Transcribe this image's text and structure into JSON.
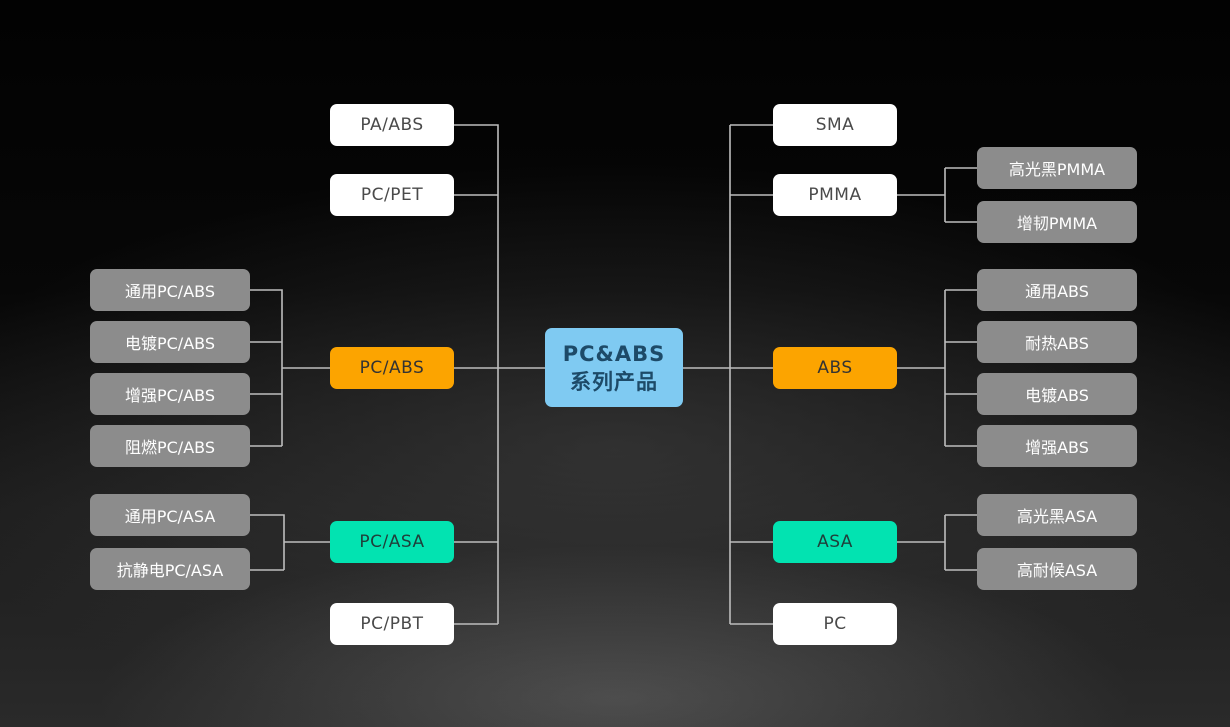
{
  "diagram": {
    "center": {
      "line1": "PC&ABS",
      "line2": "系列产品"
    },
    "left": {
      "pa_abs": "PA/ABS",
      "pc_pet": "PC/PET",
      "pc_abs": {
        "label": "PC/ABS",
        "children": [
          "通用PC/ABS",
          "电镀PC/ABS",
          "增强PC/ABS",
          "阻燃PC/ABS"
        ]
      },
      "pc_asa": {
        "label": "PC/ASA",
        "children": [
          "通用PC/ASA",
          "抗静电PC/ASA"
        ]
      },
      "pc_pbt": "PC/PBT"
    },
    "right": {
      "sma": "SMA",
      "pmma": {
        "label": "PMMA",
        "children": [
          "高光黑PMMA",
          "增韧PMMA"
        ]
      },
      "abs": {
        "label": "ABS",
        "children": [
          "通用ABS",
          "耐热ABS",
          "电镀ABS",
          "增强ABS"
        ]
      },
      "asa": {
        "label": "ASA",
        "children": [
          "高光黑ASA",
          "高耐候ASA"
        ]
      },
      "pc": "PC"
    }
  },
  "colors": {
    "connector": "#bdbdbd",
    "primary_node": "#ffffff",
    "secondary_node": "#8c8c8c",
    "highlight_abs": "#fca400",
    "highlight_asa": "#02e3b1",
    "center_node": "#7fcaf2"
  }
}
